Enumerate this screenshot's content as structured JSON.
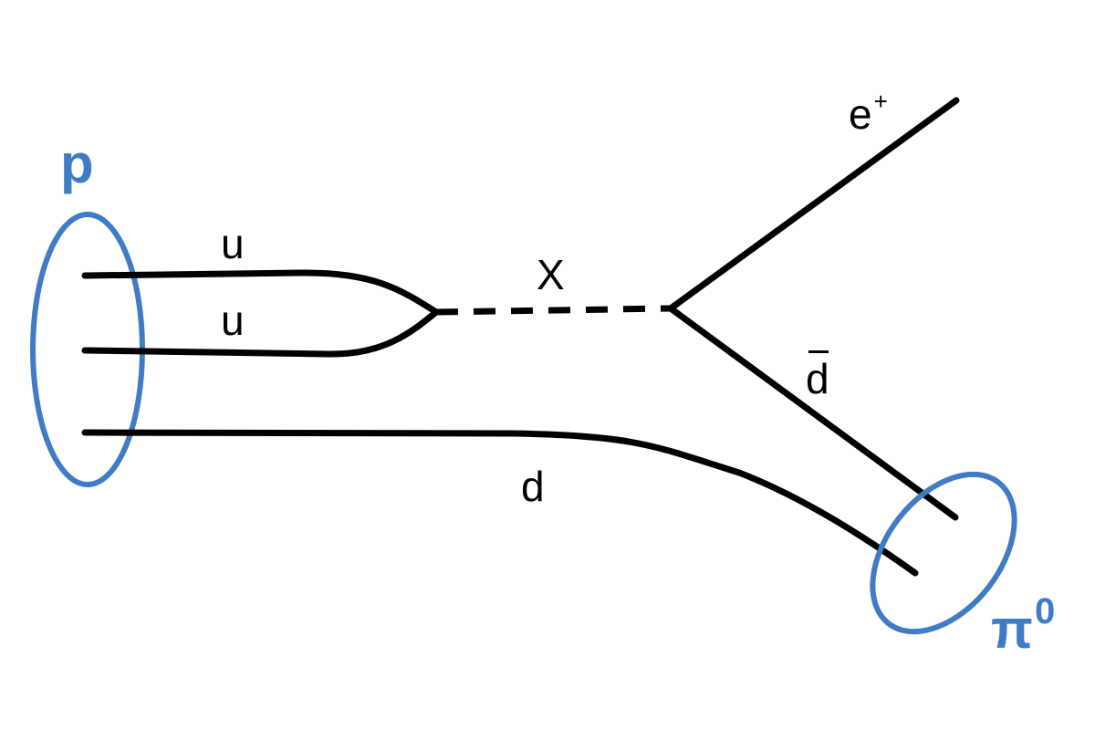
{
  "diagram": {
    "labels": {
      "proton": "p",
      "pion": "π",
      "pion_superscript": "0",
      "up_quark_1": "u",
      "up_quark_2": "u",
      "down_quark": "d",
      "anti_down_quark": "d",
      "x_boson": "X",
      "positron": "e",
      "positron_superscript": "+"
    },
    "colors": {
      "hadron": "#3f7cc4",
      "line": "#000000",
      "background": "#ffffff"
    }
  }
}
